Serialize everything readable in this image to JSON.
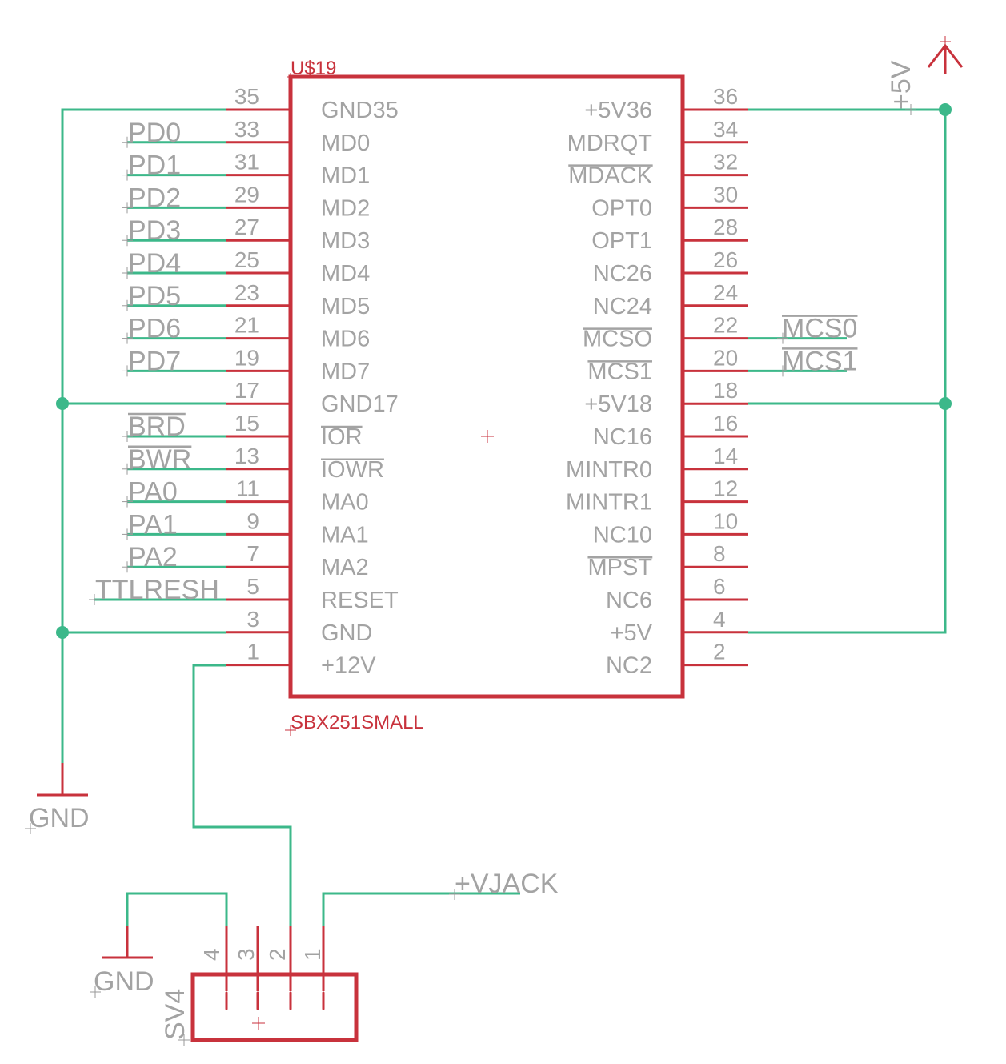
{
  "part": {
    "name": "U$19",
    "value": "SBX251SMALL",
    "left_pins": [
      {
        "num": "35",
        "name": "GND35"
      },
      {
        "num": "33",
        "name": "MD0"
      },
      {
        "num": "31",
        "name": "MD1"
      },
      {
        "num": "29",
        "name": "MD2"
      },
      {
        "num": "27",
        "name": "MD3"
      },
      {
        "num": "25",
        "name": "MD4"
      },
      {
        "num": "23",
        "name": "MD5"
      },
      {
        "num": "21",
        "name": "MD6"
      },
      {
        "num": "19",
        "name": "MD7"
      },
      {
        "num": "17",
        "name": "GND17"
      },
      {
        "num": "15",
        "name": "IOR",
        "overline": true
      },
      {
        "num": "13",
        "name": "IOWR",
        "overline": true
      },
      {
        "num": "11",
        "name": "MA0"
      },
      {
        "num": "9",
        "name": "MA1"
      },
      {
        "num": "7",
        "name": "MA2"
      },
      {
        "num": "5",
        "name": "RESET"
      },
      {
        "num": "3",
        "name": "GND"
      },
      {
        "num": "1",
        "name": "+12V"
      }
    ],
    "right_pins": [
      {
        "num": "36",
        "name": "+5V36"
      },
      {
        "num": "34",
        "name": "MDRQT"
      },
      {
        "num": "32",
        "name": "MDACK",
        "overline": true
      },
      {
        "num": "30",
        "name": "OPT0"
      },
      {
        "num": "28",
        "name": "OPT1"
      },
      {
        "num": "26",
        "name": "NC26"
      },
      {
        "num": "24",
        "name": "NC24"
      },
      {
        "num": "22",
        "name": "MCSO",
        "overline": true
      },
      {
        "num": "20",
        "name": "MCS1",
        "overline": true
      },
      {
        "num": "18",
        "name": "+5V18"
      },
      {
        "num": "16",
        "name": "NC16"
      },
      {
        "num": "14",
        "name": "MINTR0"
      },
      {
        "num": "12",
        "name": "MINTR1"
      },
      {
        "num": "10",
        "name": "NC10"
      },
      {
        "num": "8",
        "name": "MPST",
        "overline": true
      },
      {
        "num": "6",
        "name": "NC6"
      },
      {
        "num": "4",
        "name": "+5V"
      },
      {
        "num": "2",
        "name": "NC2"
      }
    ]
  },
  "left_nets": [
    {
      "row": 1,
      "label": "PD0"
    },
    {
      "row": 2,
      "label": "PD1"
    },
    {
      "row": 3,
      "label": "PD2"
    },
    {
      "row": 4,
      "label": "PD3"
    },
    {
      "row": 5,
      "label": "PD4"
    },
    {
      "row": 6,
      "label": "PD5"
    },
    {
      "row": 7,
      "label": "PD6"
    },
    {
      "row": 8,
      "label": "PD7"
    },
    {
      "row": 10,
      "label": "BRD",
      "overline": true
    },
    {
      "row": 11,
      "label": "BWR",
      "overline": true
    },
    {
      "row": 12,
      "label": "PA0"
    },
    {
      "row": 13,
      "label": "PA1"
    },
    {
      "row": 14,
      "label": "PA2"
    },
    {
      "row": 15,
      "label": "TTLRESH"
    }
  ],
  "right_nets": [
    {
      "row": 7,
      "label": "MCS0",
      "overline": true
    },
    {
      "row": 8,
      "label": "MCS1",
      "overline": true
    }
  ],
  "supply": {
    "vcc_label": "+5V",
    "gnd_label": "GND",
    "gnd2_label": "GND",
    "vjack_label": "+VJACK"
  },
  "connector": {
    "name": "SV4",
    "pins": [
      "4",
      "3",
      "2",
      "1"
    ]
  }
}
